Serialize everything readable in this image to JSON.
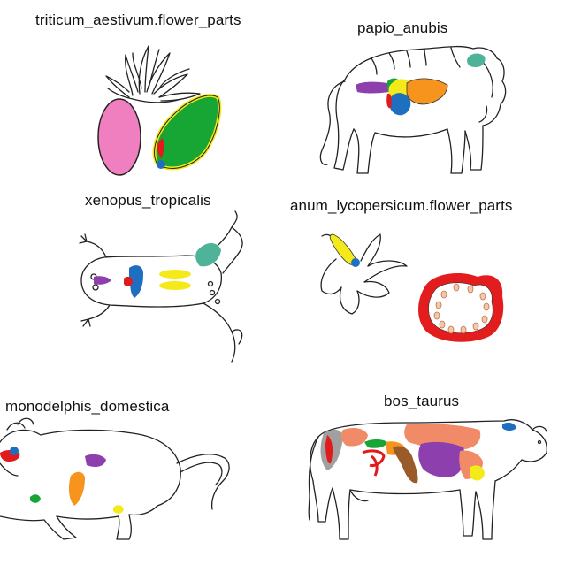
{
  "panels": {
    "triticum": {
      "label": "triticum_aestivum.flower_parts"
    },
    "papio": {
      "label": "papio_anubis"
    },
    "xenopus": {
      "label": "xenopus_tropicalis"
    },
    "solanum": {
      "label": "anum_lycopersicum.flower_parts"
    },
    "monodelphis": {
      "label": "monodelphis_domestica"
    },
    "bos": {
      "label": "bos_taurus"
    }
  },
  "colors": {
    "pink": "#ef7fbf",
    "green": "#17a534",
    "yellow": "#f4ea1a",
    "red": "#e01b1b",
    "blue": "#1f6fc1",
    "purple": "#8d3fae",
    "orange": "#f7941d",
    "teal": "#4fb39a",
    "brown": "#9a5b2a",
    "salmon": "#f08a67",
    "gray": "#a0a0a0",
    "tomato_red": "#e31d1d"
  }
}
